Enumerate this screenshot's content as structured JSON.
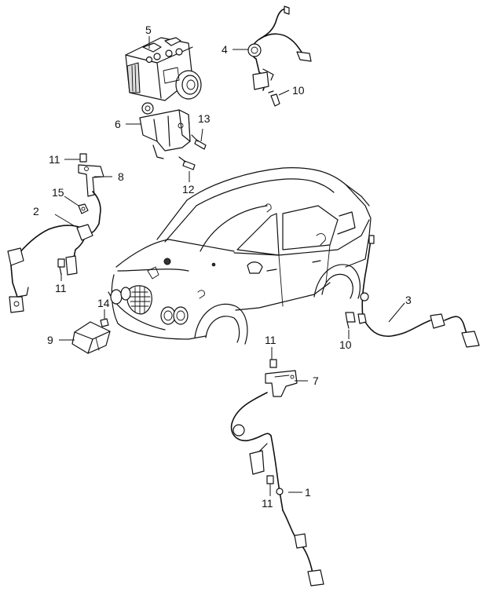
{
  "callouts": [
    {
      "id": "1",
      "text": "1"
    },
    {
      "id": "2",
      "text": "2"
    },
    {
      "id": "3",
      "text": "3"
    },
    {
      "id": "4",
      "text": "4"
    },
    {
      "id": "5",
      "text": "5"
    },
    {
      "id": "6",
      "text": "6"
    },
    {
      "id": "7",
      "text": "7"
    },
    {
      "id": "8",
      "text": "8"
    },
    {
      "id": "9",
      "text": "9"
    },
    {
      "id": "10a",
      "text": "10"
    },
    {
      "id": "10b",
      "text": "10"
    },
    {
      "id": "11a",
      "text": "11"
    },
    {
      "id": "11b",
      "text": "11"
    },
    {
      "id": "11c",
      "text": "11"
    },
    {
      "id": "11d",
      "text": "11"
    },
    {
      "id": "12",
      "text": "12"
    },
    {
      "id": "13",
      "text": "13"
    },
    {
      "id": "14",
      "text": "14"
    },
    {
      "id": "15",
      "text": "15"
    }
  ]
}
